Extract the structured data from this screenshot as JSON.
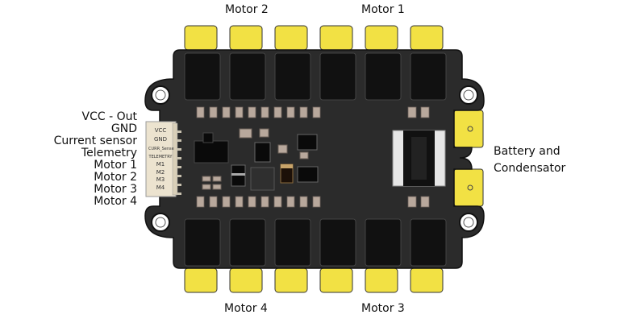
{
  "motor_labels": {
    "top_left": "Motor 2",
    "top_right": "Motor 1",
    "bottom_left": "Motor 4",
    "bottom_right": "Motor 3"
  },
  "connector_labels": [
    "VCC - Out",
    "GND",
    "Current sensor",
    "Telemetry",
    "Motor 1",
    "Motor 2",
    "Motor 3",
    "Motor 4"
  ],
  "pin_silkscreen": [
    "VCC",
    "GND",
    "CURR_Sense",
    "TELEMETRY",
    "M1",
    "M2",
    "M3",
    "M4"
  ],
  "battery_label": [
    "Battery and",
    "Condensator"
  ],
  "colors": {
    "board": "#2b2b2b",
    "pad": "#f2e144",
    "mosfet": "#111111",
    "passive": "#b8a89c",
    "connector": "#ece3cf"
  }
}
